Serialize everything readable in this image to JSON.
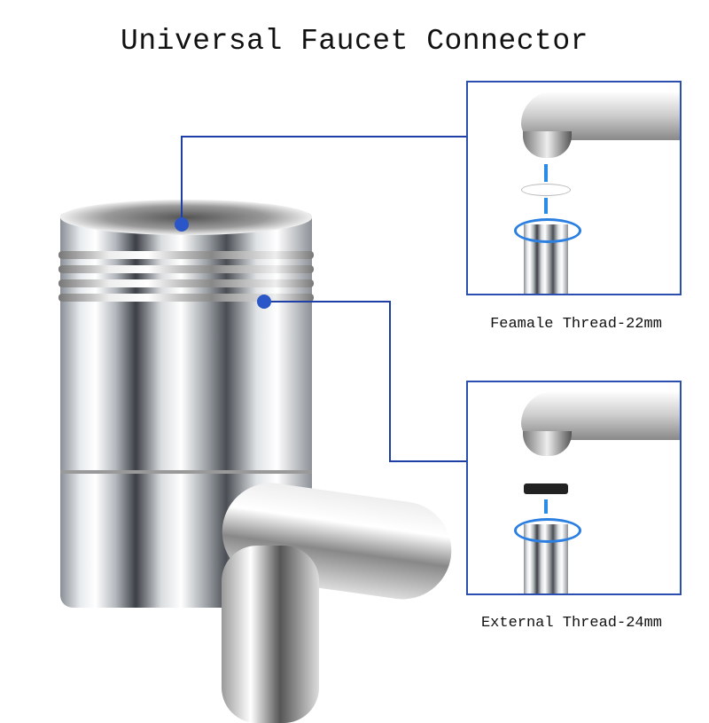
{
  "title": "Universal Faucet Connector",
  "insets": [
    {
      "caption": "Feamale Thread-22mm"
    },
    {
      "caption": "External Thread-24mm"
    }
  ],
  "colors": {
    "accent": "#1d3fa6",
    "arrow": "#2b8be6"
  }
}
